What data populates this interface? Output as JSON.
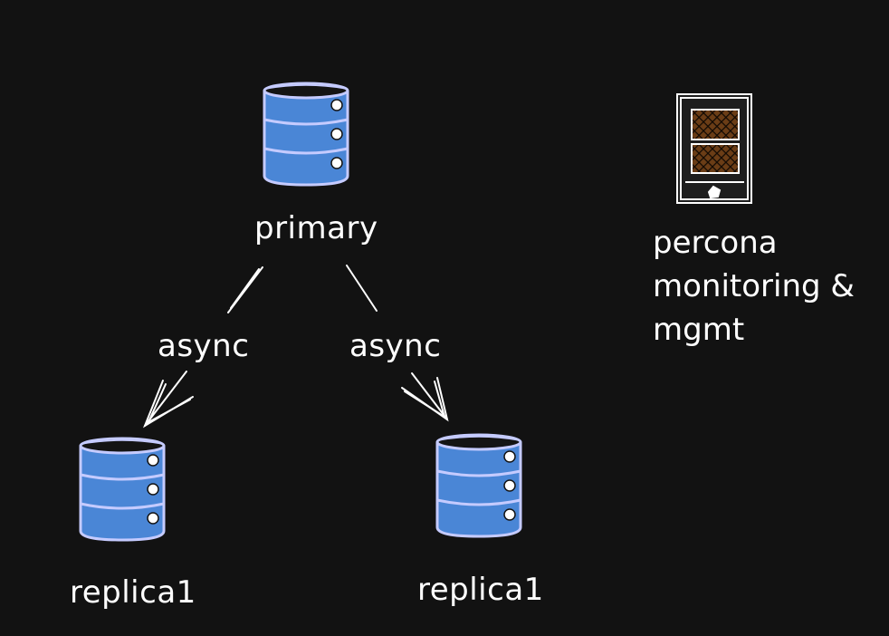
{
  "colors": {
    "background": "#121212",
    "db_fill": "#4a86d6",
    "db_stroke": "#c5cbff",
    "line": "#ffffff",
    "panel_fill": "#6b3d16"
  },
  "nodes": {
    "primary": {
      "label": "primary",
      "icon": "database-icon"
    },
    "replica_left": {
      "label": "replica1",
      "icon": "database-icon"
    },
    "replica_right": {
      "label": "replica1",
      "icon": "database-icon"
    },
    "monitoring": {
      "label_lines": [
        "percona",
        "monitoring &",
        "mgmt"
      ],
      "icon": "server-rack-icon"
    }
  },
  "edges": [
    {
      "from": "primary",
      "to": "replica_left",
      "label": "async"
    },
    {
      "from": "primary",
      "to": "replica_right",
      "label": "async"
    }
  ]
}
